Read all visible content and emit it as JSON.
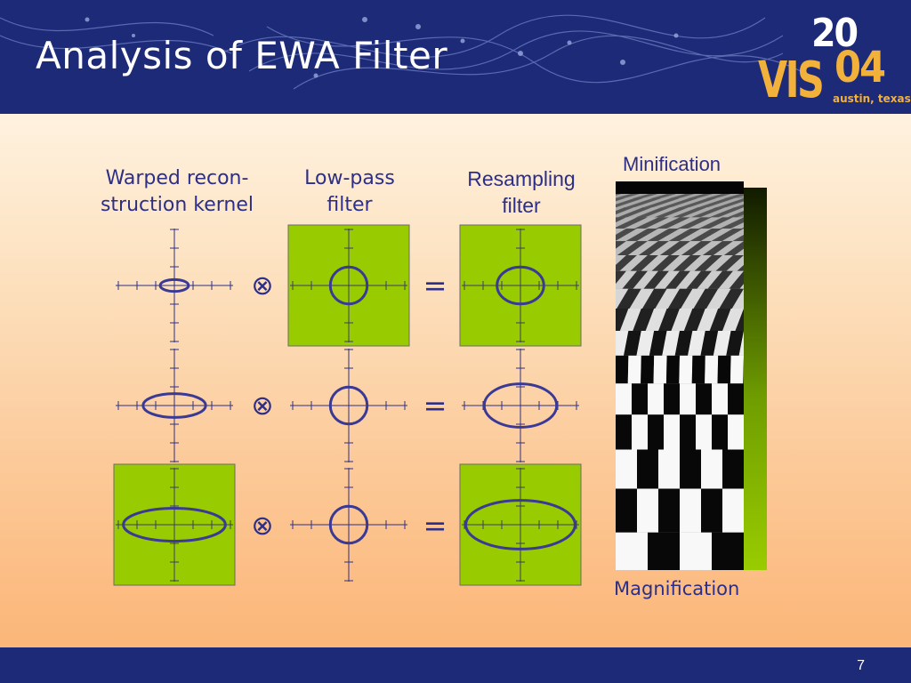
{
  "slide": {
    "title": "Analysis of EWA Filter",
    "page_number": "7"
  },
  "logo": {
    "year_top": "20",
    "year_bottom": "04",
    "name": "VIS",
    "place": "austin, texas"
  },
  "columns": {
    "kernel": "Warped recon-\nstruction kernel",
    "lowpass": "Low-pass\nfilter",
    "resampling": "Resampling\nfilter"
  },
  "operators": {
    "convolve": "⊗",
    "equals": "="
  },
  "image_labels": {
    "top": "Minification",
    "bottom": "Magnification"
  },
  "colors": {
    "header": "#1c2a78",
    "green_square": "#99cc00",
    "ellipse": "#3a3a96",
    "axis": "#2d2f86"
  },
  "diagram_rows": [
    {
      "kernel": {
        "rx": 0.43,
        "ry": 0.18,
        "square": false
      },
      "lowpass": {
        "rx": 0.56,
        "ry": 0.56,
        "square": true
      },
      "resampling": {
        "rx": 0.71,
        "ry": 0.56,
        "square": true
      }
    },
    {
      "kernel": {
        "rx": 0.95,
        "ry": 0.36,
        "square": false
      },
      "lowpass": {
        "rx": 0.56,
        "ry": 0.56,
        "square": false
      },
      "resampling": {
        "rx": 1.1,
        "ry": 0.66,
        "square": false
      }
    },
    {
      "kernel": {
        "rx": 1.55,
        "ry": 0.5,
        "square": true
      },
      "lowpass": {
        "rx": 0.56,
        "ry": 0.56,
        "square": false
      },
      "resampling": {
        "rx": 1.66,
        "ry": 0.74,
        "square": true
      }
    }
  ]
}
